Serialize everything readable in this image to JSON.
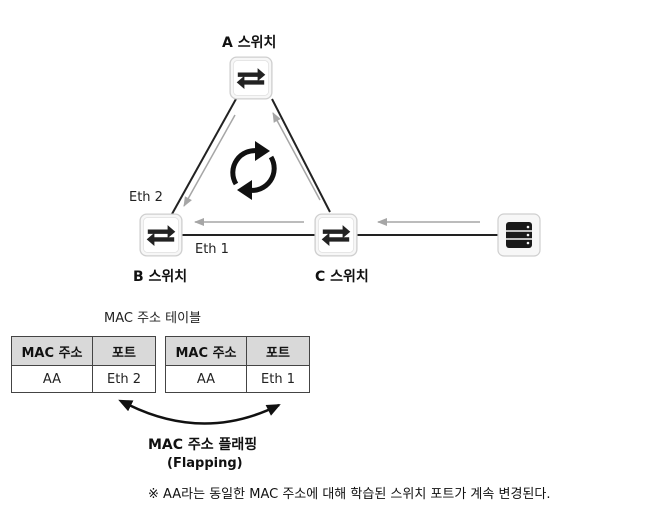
{
  "switches": {
    "a": {
      "label": "A 스위치"
    },
    "b": {
      "label": "B 스위치"
    },
    "c": {
      "label": "C 스위치"
    }
  },
  "ports": {
    "eth2": "Eth 2",
    "eth1": "Eth 1"
  },
  "mac_table": {
    "title": "MAC 주소 테이블",
    "headers": [
      "MAC 주소",
      "포트"
    ],
    "table1": {
      "mac": "AA",
      "port": "Eth 2"
    },
    "table2": {
      "mac": "AA",
      "port": "Eth 1"
    }
  },
  "flapping": {
    "line1": "MAC 주소 플래핑",
    "line2": "(Flapping)"
  },
  "note": "※ AA라는 동일한 MAC 주소에 대해 학습된  스위치 포트가 계속 변경된다.",
  "icons": [
    "switch-icon",
    "server-icon",
    "loop-arrows-icon",
    "double-arrow-icon"
  ],
  "colors": {
    "flow_arrow": "#a6a6a6",
    "header_bg": "#d9d9d9",
    "link": "#222222"
  }
}
